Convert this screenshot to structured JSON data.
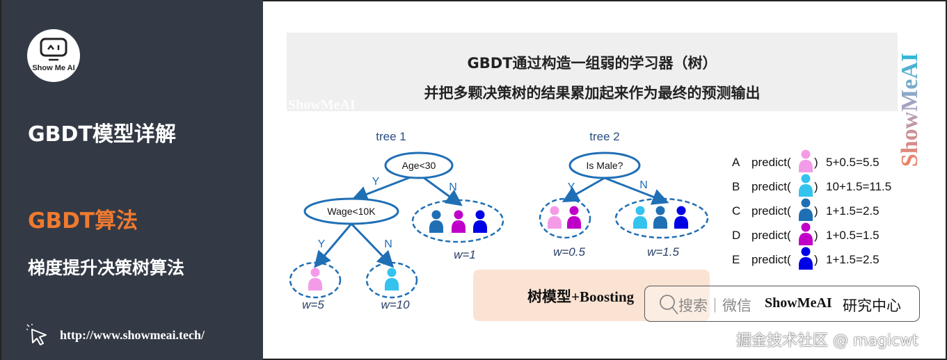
{
  "sidebar": {
    "logo_text": "Show Me AI",
    "title": "GBDT模型详解",
    "section": "GBDT算法",
    "subsection": "梯度提升决策树算法",
    "url": "http://www.showmeai.tech/",
    "accent": "#f07a30"
  },
  "banner": {
    "line1": "GBDT通过构造一组弱的学习器（树）",
    "line2": "并把多颗决策树的结果累加起来作为最终的预测输出",
    "watermark": "ShowMeAI",
    "vertical_watermark": "ShowMeAI"
  },
  "persons": {
    "A": "#f49be8",
    "B": "#33c3ee",
    "C": "#1f6fb5",
    "D": "#c000c8",
    "E": "#0000e6"
  },
  "tree1": {
    "label": "tree 1",
    "root": "Age<30",
    "inner": "Wage<10K",
    "yes": "Y",
    "no": "N",
    "leaves": [
      {
        "w": "w=5",
        "members": [
          "A"
        ]
      },
      {
        "w": "w=10",
        "members": [
          "B"
        ]
      },
      {
        "w": "w=1",
        "members": [
          "C",
          "D",
          "E"
        ]
      }
    ]
  },
  "tree2": {
    "label": "tree 2",
    "root": "Is Male?",
    "yes": "Y",
    "no": "N",
    "leaves": [
      {
        "w": "w=0.5",
        "members": [
          "A",
          "D"
        ]
      },
      {
        "w": "w=1.5",
        "members": [
          "B",
          "C",
          "E"
        ]
      }
    ]
  },
  "predictions": [
    {
      "id": "A",
      "fn": "predict(",
      "close": ")",
      "result": "5+0.5=5.5"
    },
    {
      "id": "B",
      "fn": "predict(",
      "close": ")",
      "result": "10+1.5=11.5"
    },
    {
      "id": "C",
      "fn": "predict(",
      "close": ")",
      "result": "1+1.5=2.5"
    },
    {
      "id": "D",
      "fn": "predict(",
      "close": ")",
      "result": "1+0.5=1.5"
    },
    {
      "id": "E",
      "fn": "predict(",
      "close": ")",
      "result": "1+1.5=2.5"
    }
  ],
  "boost_label": "树模型+Boosting",
  "search": {
    "hint": "搜索｜微信",
    "brand": "ShowMeAI",
    "brand_suffix": "研究中心"
  },
  "credit": "掘金技术社区 @ magicwt"
}
